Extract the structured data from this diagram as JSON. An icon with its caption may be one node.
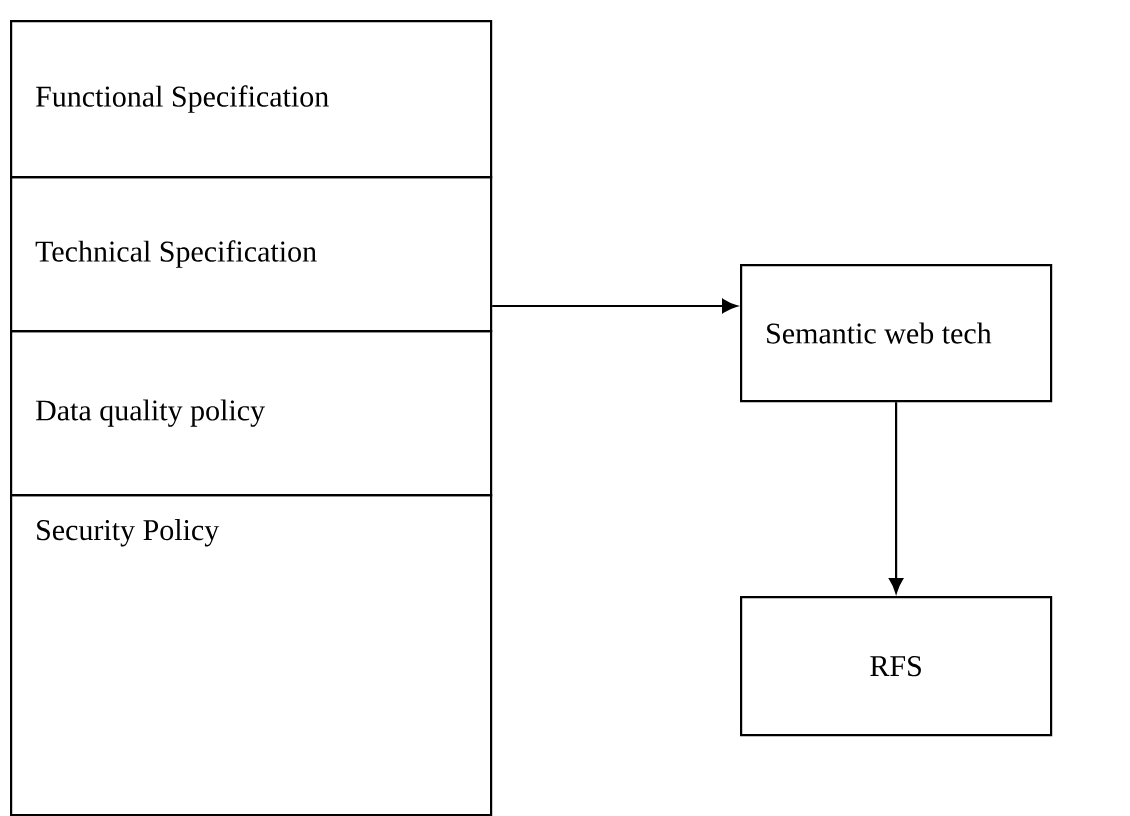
{
  "diagram": {
    "nodes": [
      {
        "text": [
          "Functional Specification"
        ]
      },
      {
        "text": [
          "Technical Specification"
        ]
      },
      {
        "text": [
          "Data quality policy"
        ]
      },
      {
        "text": [
          "Security Policy"
        ]
      },
      {
        "text": [
          "Semantic web tech"
        ]
      },
      {
        "text": [
          "RFS"
        ]
      }
    ],
    "edges": [
      {
        "from": 1,
        "to": 4,
        "arrow": "to"
      },
      {
        "from": 4,
        "to": 5,
        "arrow": "to"
      }
    ]
  }
}
